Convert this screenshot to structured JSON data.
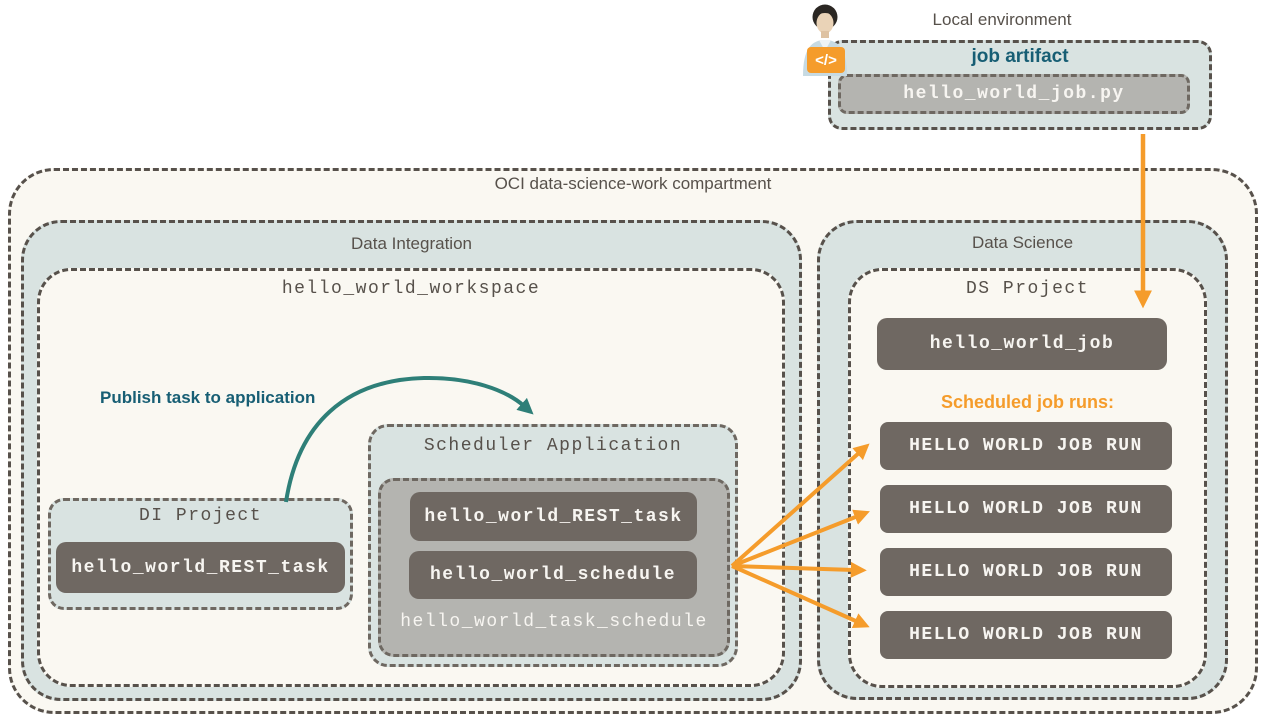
{
  "palette": {
    "background": "#ffffff",
    "panel_cream": "#faf8f2",
    "panel_blue_gray": "#d9e3e1",
    "panel_gray": "#b4b4b0",
    "box_dark": "#6f6862",
    "border_dark": "#57514b",
    "border_mid": "#6e6861",
    "orange": "#f59c2b",
    "teal_arrow": "#2e7f78",
    "teal_text": "#175e74",
    "title_gray": "#57514b",
    "text_light": "#f7f5f1"
  },
  "local_environment": {
    "label": "Local environment",
    "developer_icon": "developer-avatar-icon",
    "badge_code": "</>",
    "job_artifact": {
      "title": "job artifact",
      "file_name": "hello_world_job.py"
    }
  },
  "compartment": {
    "title": "OCI data-science-work compartment"
  },
  "data_integration": {
    "title": "Data Integration",
    "workspace": {
      "title": "hello_world_workspace",
      "publish_annotation": "Publish task to application",
      "di_project": {
        "title": "DI Project",
        "task": "hello_world_REST_task"
      },
      "scheduler_application": {
        "title": "Scheduler Application",
        "task_schedule": {
          "label": "hello_world_task_schedule",
          "rest_task": "hello_world_REST_task",
          "schedule": "hello_world_schedule"
        }
      }
    }
  },
  "data_science": {
    "title": "Data Science",
    "ds_project": {
      "title": "DS Project",
      "job": "hello_world_job",
      "runs_heading": "Scheduled job runs:",
      "runs": [
        "HELLO WORLD JOB RUN",
        "HELLO WORLD JOB RUN",
        "HELLO WORLD JOB RUN",
        "HELLO WORLD JOB RUN"
      ]
    }
  }
}
